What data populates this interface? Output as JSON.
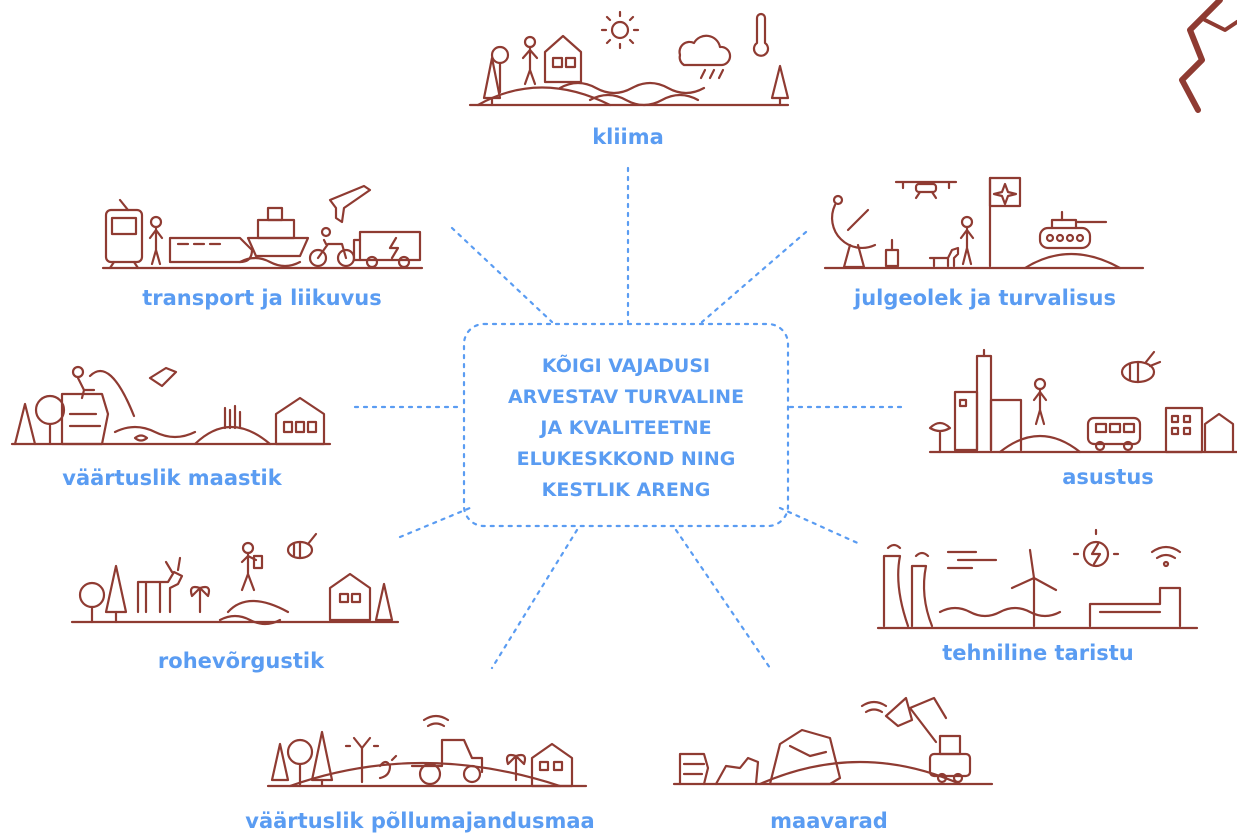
{
  "center": {
    "lines": [
      "KÕIGI VAJADUSI",
      "ARVESTAV TURVALINE",
      "JA KVALITEETNE",
      "ELUKESKKOND NING",
      "KESTLIK ARENG"
    ]
  },
  "topics": {
    "kliima": "kliima",
    "transport": "transport ja liikuvus",
    "julgeolek": "julgeolek ja turvalisus",
    "maastik": "väärtuslik maastik",
    "asustus": "asustus",
    "rohevorgustik": "rohevõrgustik",
    "taristu": "tehniline taristu",
    "pollumajandus": "väärtuslik põllumajandusmaa",
    "maavarad": "maavarad"
  },
  "colors": {
    "accent": "#5a9cf2",
    "illustration": "#8f3b32"
  },
  "icons": [
    "sun-icon",
    "thermometer-icon",
    "cloud-rain-icon",
    "train-icon",
    "ship-icon",
    "airplane-icon",
    "bicycle-icon",
    "truck-icon",
    "satellite-dish-icon",
    "drone-icon",
    "flag-icon",
    "tank-icon",
    "dog-icon",
    "bird-icon",
    "house-icon",
    "bee-icon",
    "bus-icon",
    "deer-icon",
    "hiker-icon",
    "power-plant-icon",
    "wind-turbine-icon",
    "lightning-icon",
    "wifi-icon",
    "pipeline-icon",
    "tractor-icon",
    "sprinkler-icon",
    "excavator-icon",
    "rock-icon"
  ]
}
